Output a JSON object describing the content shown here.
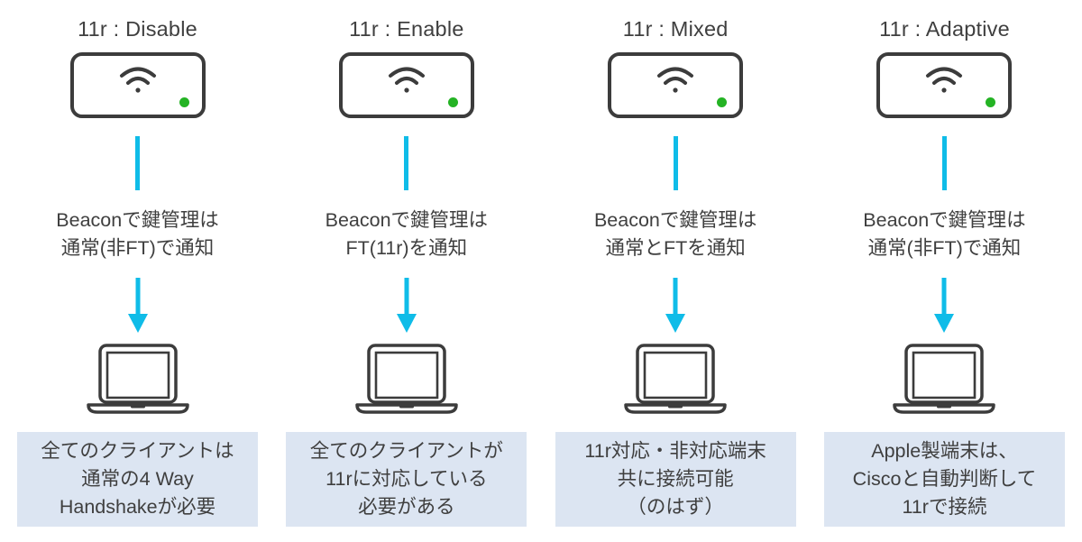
{
  "diagram": {
    "title_context": "802.11r (Fast Transition) mode comparison",
    "background_color": "#ffffff",
    "accent_color": "#0fbce8",
    "box_color": "#dce5f2",
    "text_color": "#3f3f3f",
    "led_color": "#24b324",
    "icon_stroke_color": "#3c3c3c"
  },
  "columns": [
    {
      "title": "11r : Disable",
      "ap_icon": "access-point-icon",
      "connector_top": "line",
      "caption": "Beaconで鍵管理は\n通常(非FT)で通知",
      "caption_line1": "Beaconで鍵管理は",
      "caption_line2": "通常(非FT)で通知",
      "connector_bottom": "arrow-down",
      "client_icon": "laptop-icon",
      "result": "全てのクライアントは\n通常の4 Way\nHandshakeが必要"
    },
    {
      "title": "11r : Enable",
      "ap_icon": "access-point-icon",
      "connector_top": "line",
      "caption": "Beaconで鍵管理は\nFT(11r)を通知",
      "caption_line1": "Beaconで鍵管理は",
      "caption_line2": "FT(11r)を通知",
      "connector_bottom": "arrow-down",
      "client_icon": "laptop-icon",
      "result": "全てのクライアントが\n11rに対応している\n必要がある"
    },
    {
      "title": "11r : Mixed",
      "ap_icon": "access-point-icon",
      "connector_top": "line",
      "caption": "Beaconで鍵管理は\n通常とFTを通知",
      "caption_line1": "Beaconで鍵管理は",
      "caption_line2": "通常とFTを通知",
      "connector_bottom": "arrow-down",
      "client_icon": "laptop-icon",
      "result": "11r対応・非対応端末\n共に接続可能\n（のはず）"
    },
    {
      "title": "11r : Adaptive",
      "ap_icon": "access-point-icon",
      "connector_top": "line",
      "caption": "Beaconで鍵管理は\n通常(非FT)で通知",
      "caption_line1": "Beaconで鍵管理は",
      "caption_line2": "通常(非FT)で通知",
      "connector_bottom": "arrow-down",
      "client_icon": "laptop-icon",
      "result": "Apple製端末は、\nCiscoと自動判断して\n11rで接続"
    }
  ]
}
